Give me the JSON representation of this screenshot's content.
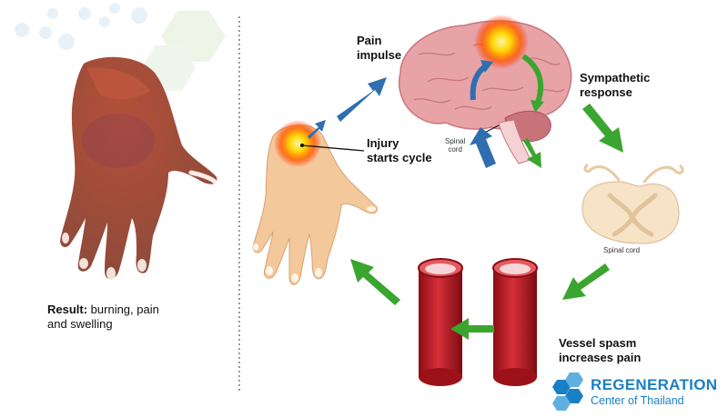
{
  "labels": {
    "result_bold": "Result:",
    "result_line1": " burning, pain",
    "result_line2": "and swelling",
    "pain_line1": "Pain",
    "pain_line2": "impulse",
    "sym_line1": "Sympathetic",
    "sym_line2": "response",
    "injury_line1": "Injury",
    "injury_line2": "starts cycle",
    "spinal_small_line1": "Spinal",
    "spinal_small_line2": "cord",
    "spinal_cord": "Spinal cord",
    "vessel_line1": "Vessel spasm",
    "vessel_line2": "increases pain"
  },
  "logo": {
    "line1": "REGENERATION",
    "line2": "Center of Thailand"
  },
  "colors": {
    "green_arrow": "#3aa52f",
    "blue_arrow": "#2f6fb0",
    "brain": "#e8a3a7",
    "skin": "#f3c89a",
    "vessel": "#c9232b",
    "logo": "#1b7fc4"
  }
}
